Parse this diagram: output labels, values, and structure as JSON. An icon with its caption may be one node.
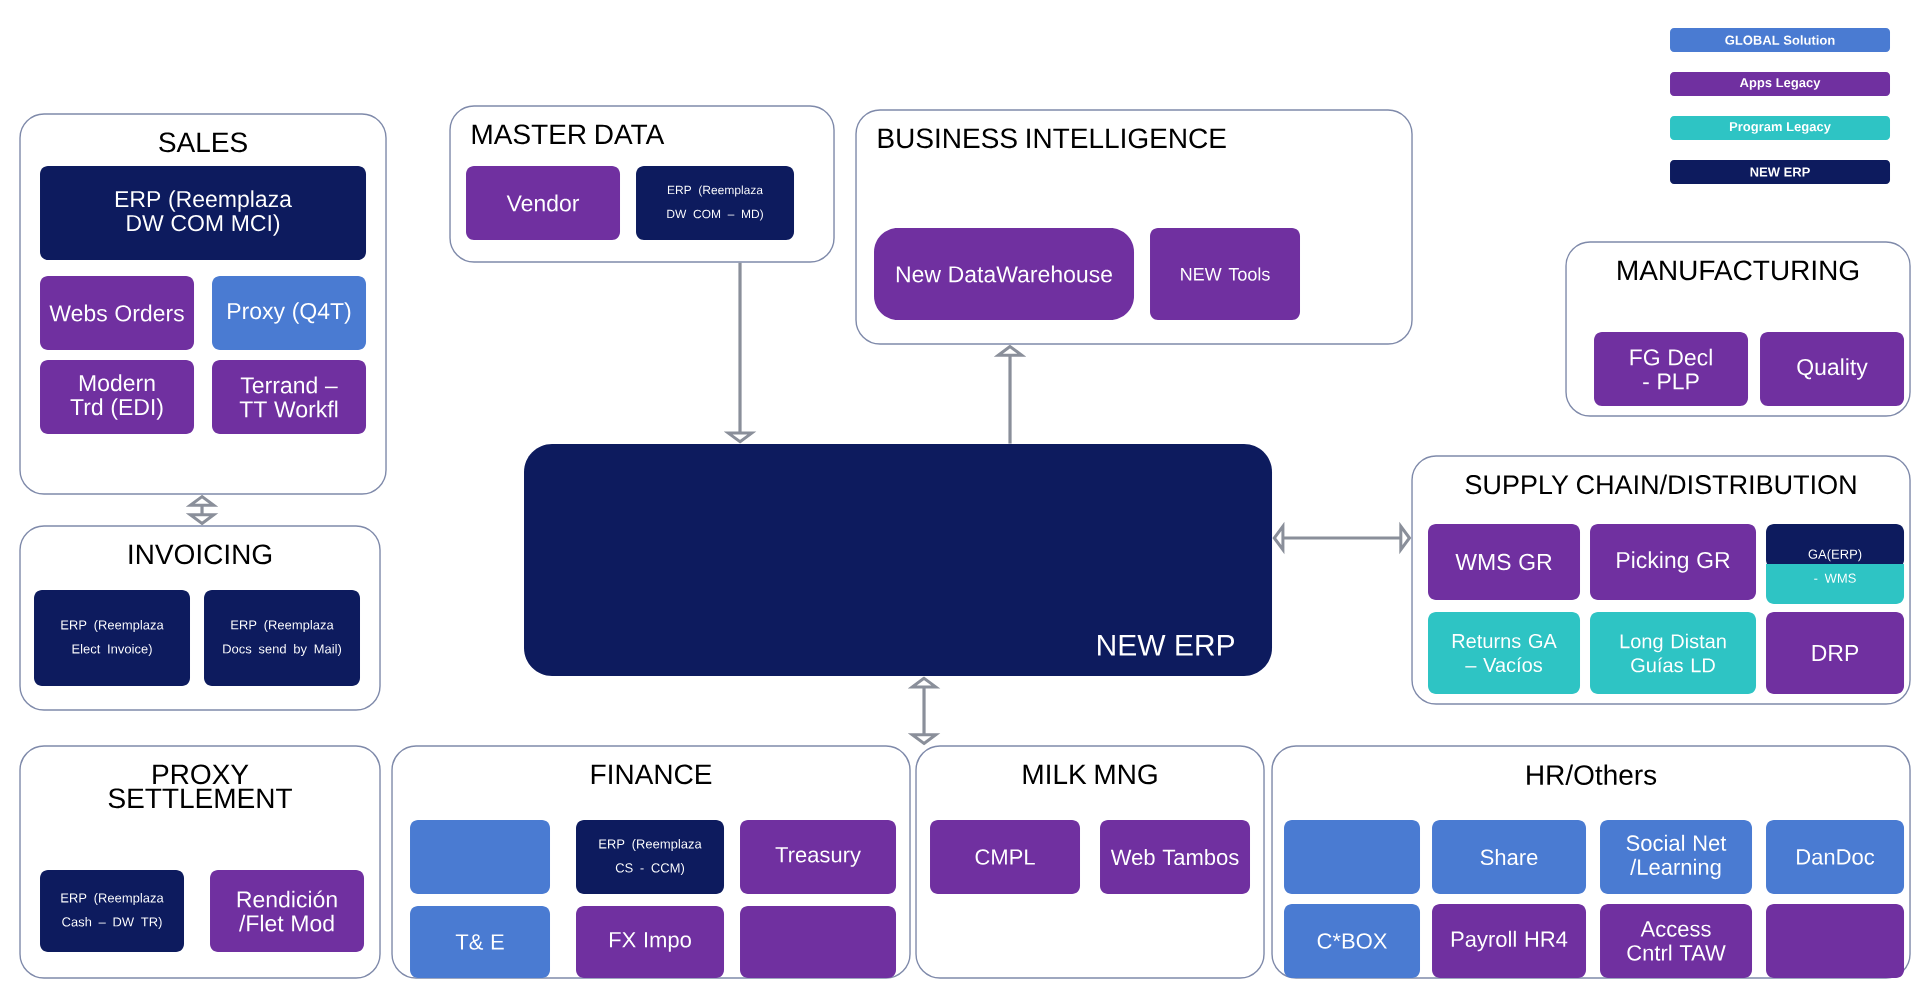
{
  "diagram": {
    "nodes": [
      {
        "text": [
          "SALES"
        ]
      },
      {
        "text": [
          "ERP (Reemplaza DW COM MCI)"
        ],
        "in": 0
      },
      {
        "text": [
          "Webs Orders"
        ],
        "in": 0
      },
      {
        "text": [
          "Proxy (Q4T)"
        ],
        "in": 0
      },
      {
        "text": [
          "Modern Trd (EDI)"
        ],
        "in": 0
      },
      {
        "text": [
          "Terrand – TT Workfl"
        ],
        "in": 0
      },
      {
        "text": [
          "MASTER DATA"
        ]
      },
      {
        "text": [
          "Vendor"
        ],
        "in": 6
      },
      {
        "text": [
          "ERP (Reemplaza DW COM – MD)"
        ],
        "in": 6
      },
      {
        "text": [
          "BUSINESS INTELLIGENCE"
        ]
      },
      {
        "text": [
          "New DataWarehouse"
        ],
        "in": 9
      },
      {
        "text": [
          "NEW Tools"
        ],
        "in": 9
      },
      {
        "text": [
          "MANUFACTURING"
        ]
      },
      {
        "text": [
          "FG Decl - PLP"
        ],
        "in": 12
      },
      {
        "text": [
          "Quality"
        ],
        "in": 12
      },
      {
        "text": [
          "NEW ERP"
        ]
      },
      {
        "text": [
          "SUPPLY CHAIN/DISTRIBUTION"
        ]
      },
      {
        "text": [
          "WMS GR"
        ],
        "in": 16
      },
      {
        "text": [
          "Picking GR"
        ],
        "in": 16
      },
      {
        "text": [
          "GA(ERP) - WMS"
        ],
        "in": 16
      },
      {
        "text": [
          "Returns GA – Vacíos"
        ],
        "in": 16
      },
      {
        "text": [
          "Long Distan Guías LD"
        ],
        "in": 16
      },
      {
        "text": [
          "DRP"
        ],
        "in": 16
      },
      {
        "text": [
          "INVOICING"
        ]
      },
      {
        "text": [
          "ERP (Reemplaza Elect Invoice)"
        ],
        "in": 23
      },
      {
        "text": [
          "ERP (Reemplaza Docs send by Mail)"
        ],
        "in": 23
      },
      {
        "text": [
          "PROXY SETTLEMENT"
        ]
      },
      {
        "text": [
          "ERP (Reemplaza Cash – DW TR)"
        ],
        "in": 26
      },
      {
        "text": [
          "Rendición /Flet Mod"
        ],
        "in": 26
      },
      {
        "text": [
          "FINANCE"
        ]
      },
      {
        "text": [],
        "shape": "box",
        "in": 29
      },
      {
        "text": [
          "ERP (Reemplaza CS - CCM)"
        ],
        "in": 29
      },
      {
        "text": [
          "Treasury"
        ],
        "in": 29
      },
      {
        "text": [
          "T& E"
        ],
        "in": 29
      },
      {
        "text": [
          "FX Impo"
        ],
        "in": 29
      },
      {
        "text": [],
        "shape": "box",
        "in": 29
      },
      {
        "text": [
          "MILK MNG"
        ]
      },
      {
        "text": [
          "CMPL"
        ],
        "in": 36
      },
      {
        "text": [
          "Web Tambos"
        ],
        "in": 36
      },
      {
        "text": [
          "HR/Others"
        ]
      },
      {
        "text": [],
        "shape": "box",
        "in": 39
      },
      {
        "text": [
          "Share"
        ],
        "in": 39
      },
      {
        "text": [
          "Social Net /Learning"
        ],
        "in": 39
      },
      {
        "text": [
          "DanDoc"
        ],
        "in": 39
      },
      {
        "text": [
          "C*BOX"
        ],
        "in": 39
      },
      {
        "text": [
          "Payroll HR4"
        ],
        "in": 39
      },
      {
        "text": [
          "Access Cntrl TAW"
        ],
        "in": 39
      },
      {
        "text": [],
        "shape": "box",
        "in": 39
      }
    ],
    "edges": [
      {
        "from": 0,
        "to": 23,
        "arrow": "both"
      },
      {
        "from": 6,
        "to": 15,
        "arrow": "to"
      },
      {
        "from": 15,
        "to": 9,
        "arrow": "to"
      },
      {
        "from": 15,
        "to": 16,
        "arrow": "both"
      },
      {
        "from": 15,
        "to": 36,
        "arrow": "both"
      }
    ],
    "legend": [
      {
        "text": "GLOBAL Solution",
        "color": "#4a7bd2"
      },
      {
        "text": "Apps Legacy",
        "color": "#7030a0"
      },
      {
        "text": "Program Legacy",
        "color": "#2ec4c4"
      },
      {
        "text": "NEW ERP",
        "color": "#0d1b5e"
      }
    ]
  }
}
